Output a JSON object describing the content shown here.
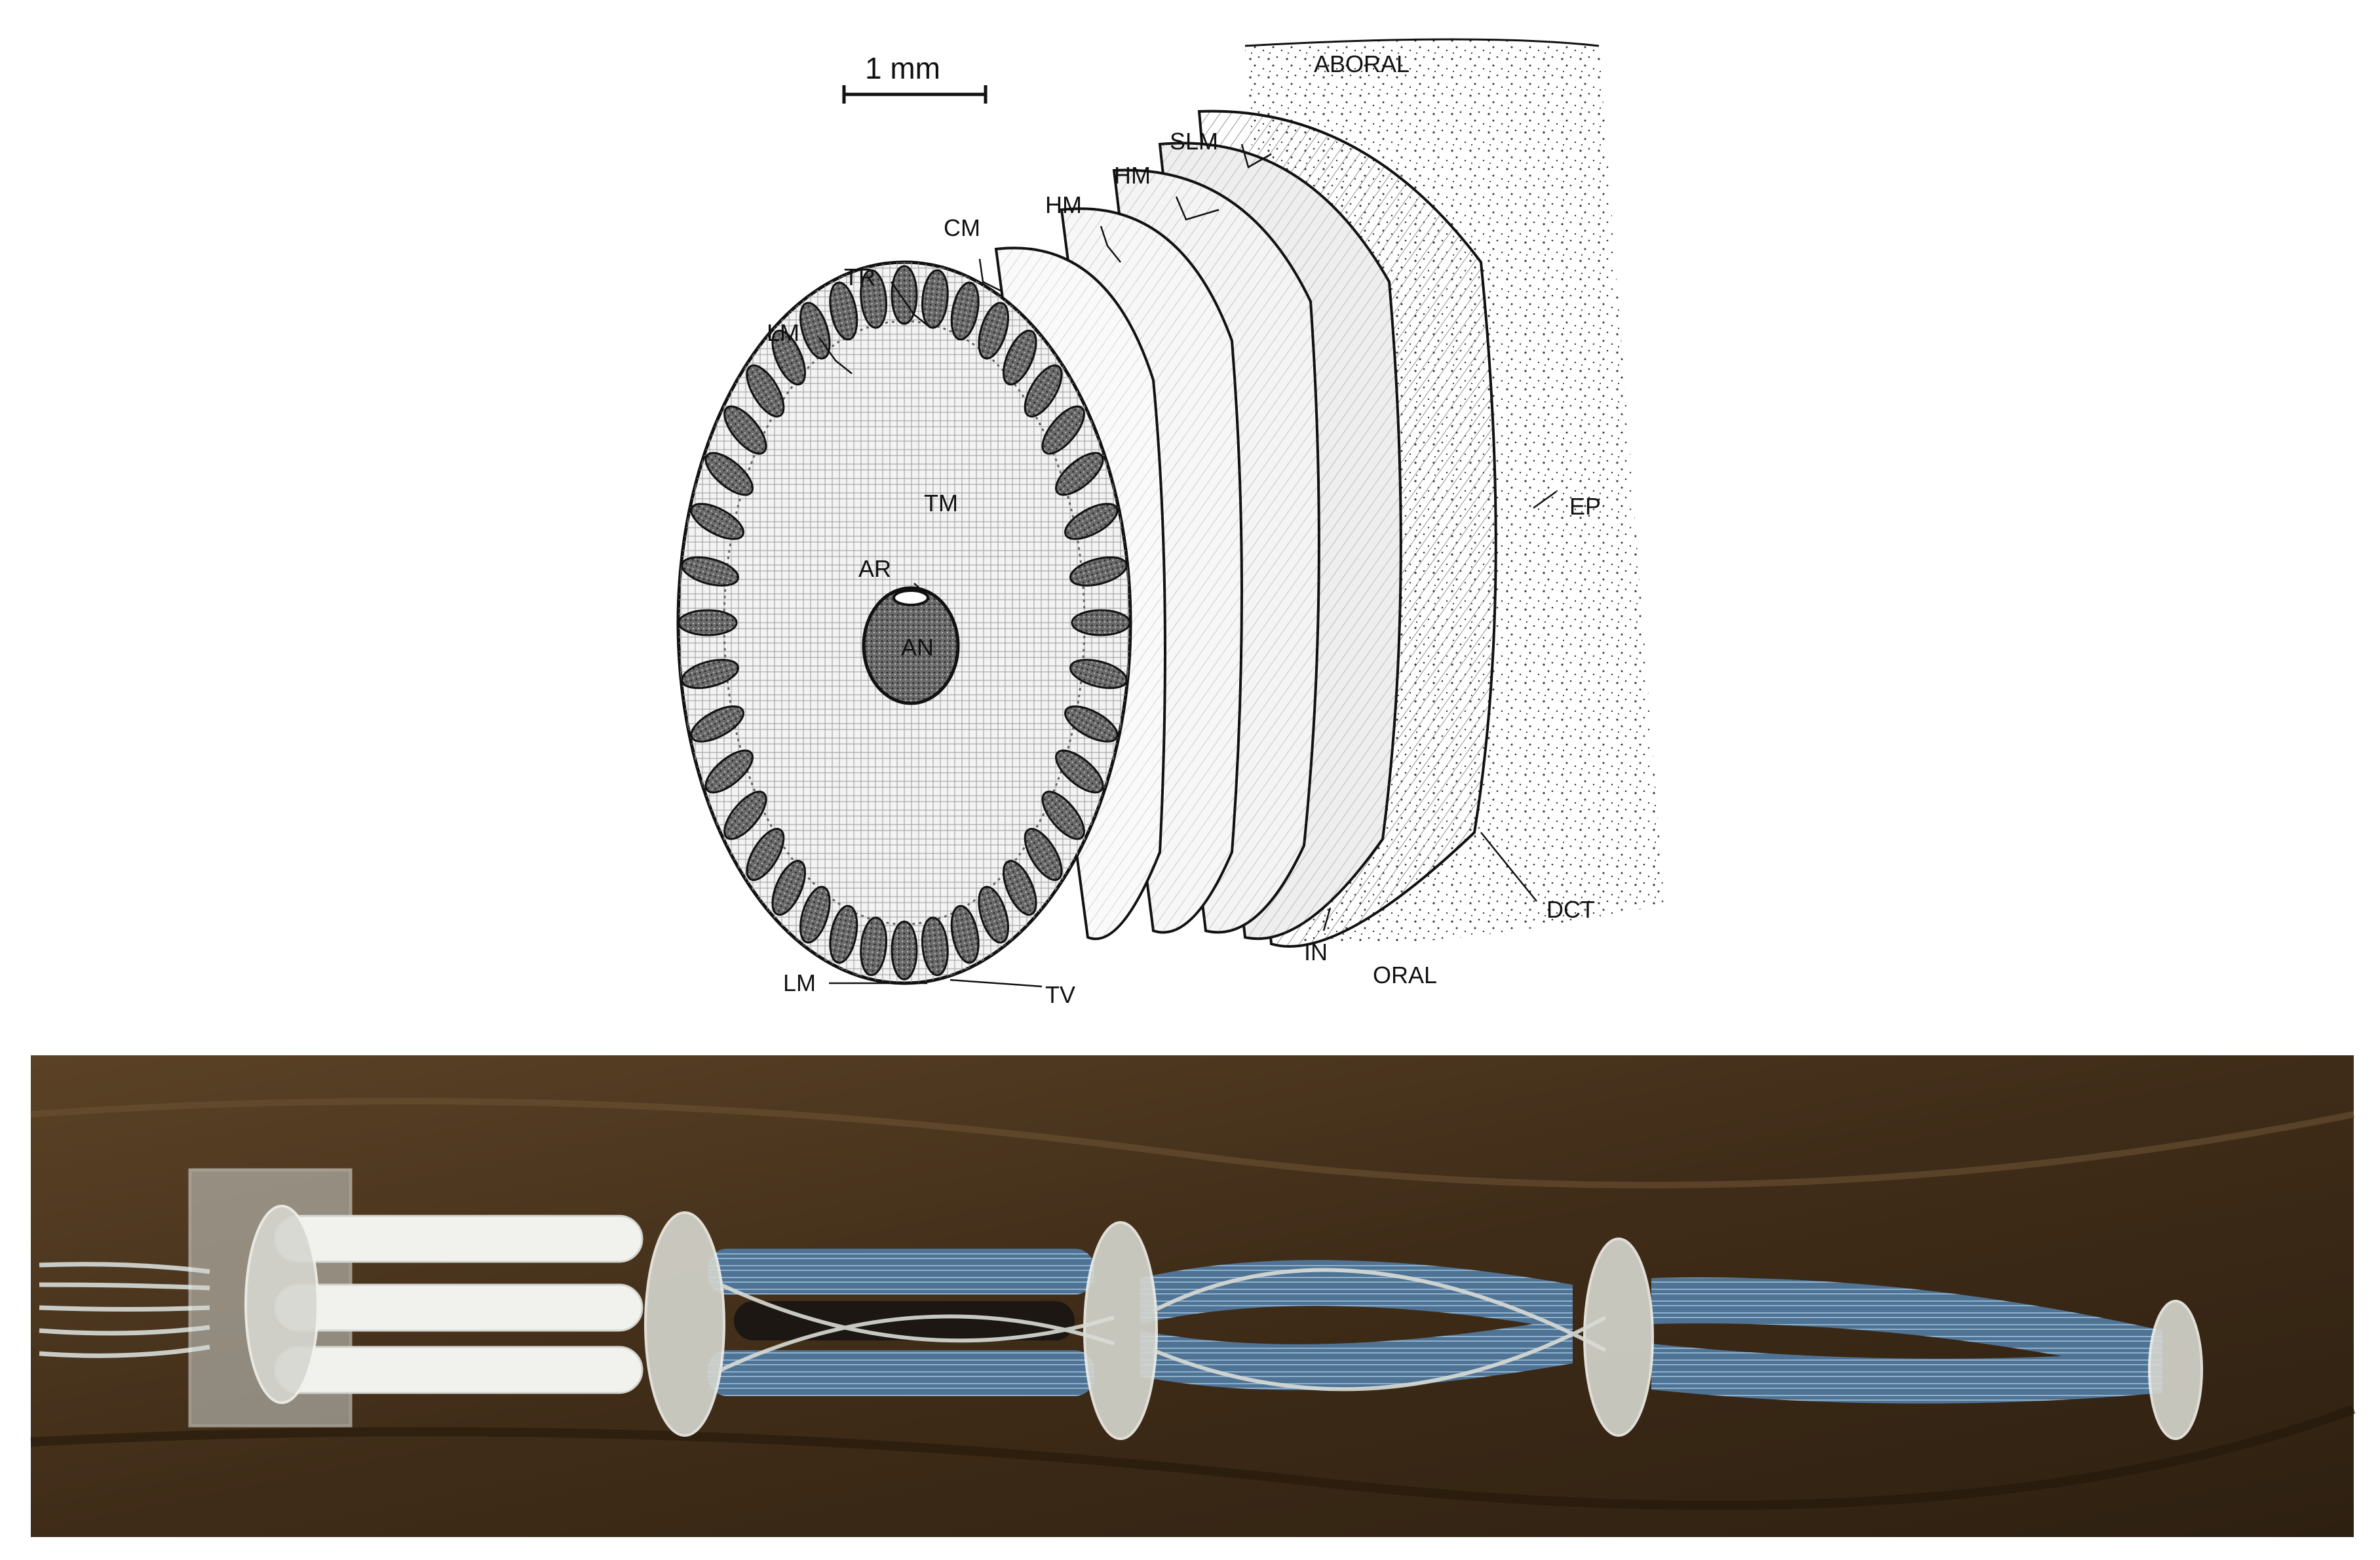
{
  "scale_bar": {
    "label": "1 mm"
  },
  "labels": {
    "aboral": "ABORAL",
    "oral": "ORAL",
    "slm": "SLM",
    "hm_outer": "HM",
    "hm_inner": "HM",
    "cm": "CM",
    "tr": "TR",
    "lm_top": "LM",
    "tm": "TM",
    "ar": "AR",
    "an": "AN",
    "ep": "EP",
    "dct": "DCT",
    "in": "IN",
    "lm_bottom": "LM",
    "tv": "TV"
  },
  "colors": {
    "ink": "#111111",
    "photo_background": "#4a3520",
    "actuator_blue": "#4f7394",
    "actuator_white": "#f1f1ee",
    "tube": "#d9dcd6",
    "plate": "#cfd3cf"
  }
}
